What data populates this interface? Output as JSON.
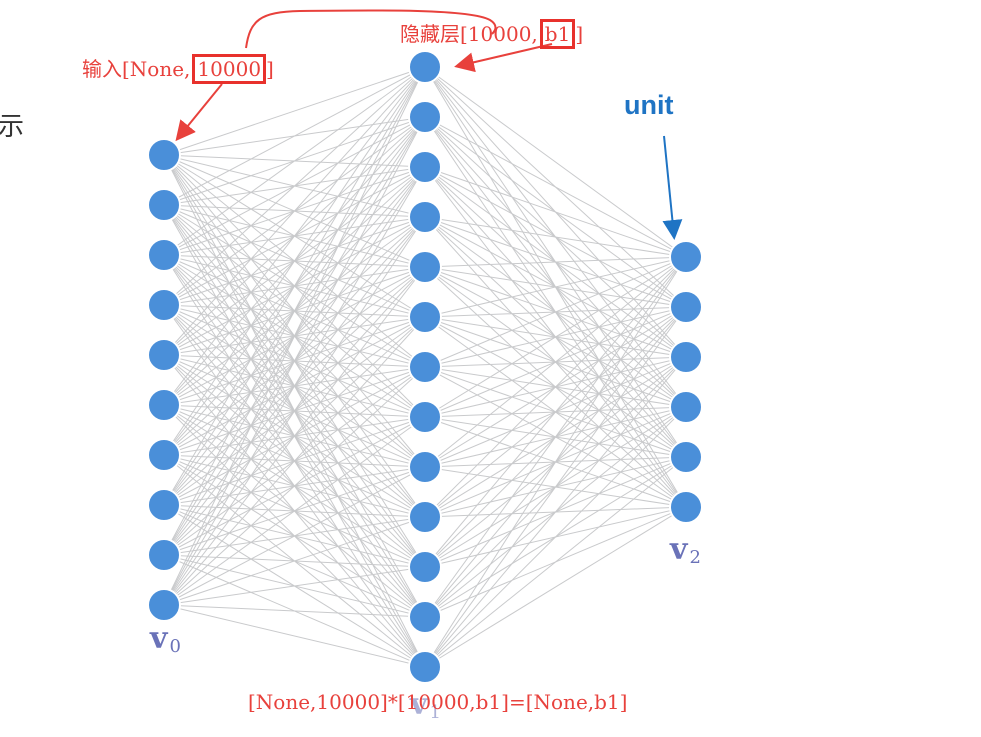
{
  "annotations": {
    "input_prefix": "输入[None,",
    "input_highlight": "10000",
    "input_suffix": "]",
    "hidden_prefix": "隐藏层[10000,",
    "hidden_highlight": "b1",
    "hidden_suffix": "]",
    "unit": "unit",
    "formula": "[None,10000]*[10000,b1]=[None,b1]",
    "edge_char": "示"
  },
  "layers": {
    "input": {
      "symbol": "v",
      "subscript": "0",
      "node_count": 10
    },
    "hidden": {
      "symbol": "v",
      "subscript": "1",
      "node_count": 13
    },
    "output": {
      "symbol": "v",
      "subscript": "2",
      "node_count": 6
    }
  },
  "colors": {
    "node_fill": "#4a8fd9",
    "node_stroke": "#ffffff",
    "edge": "#c9cacc",
    "annotation": "#e8413c",
    "unit_arrow": "#1f74c4",
    "layer_label": "#6a72b8"
  }
}
